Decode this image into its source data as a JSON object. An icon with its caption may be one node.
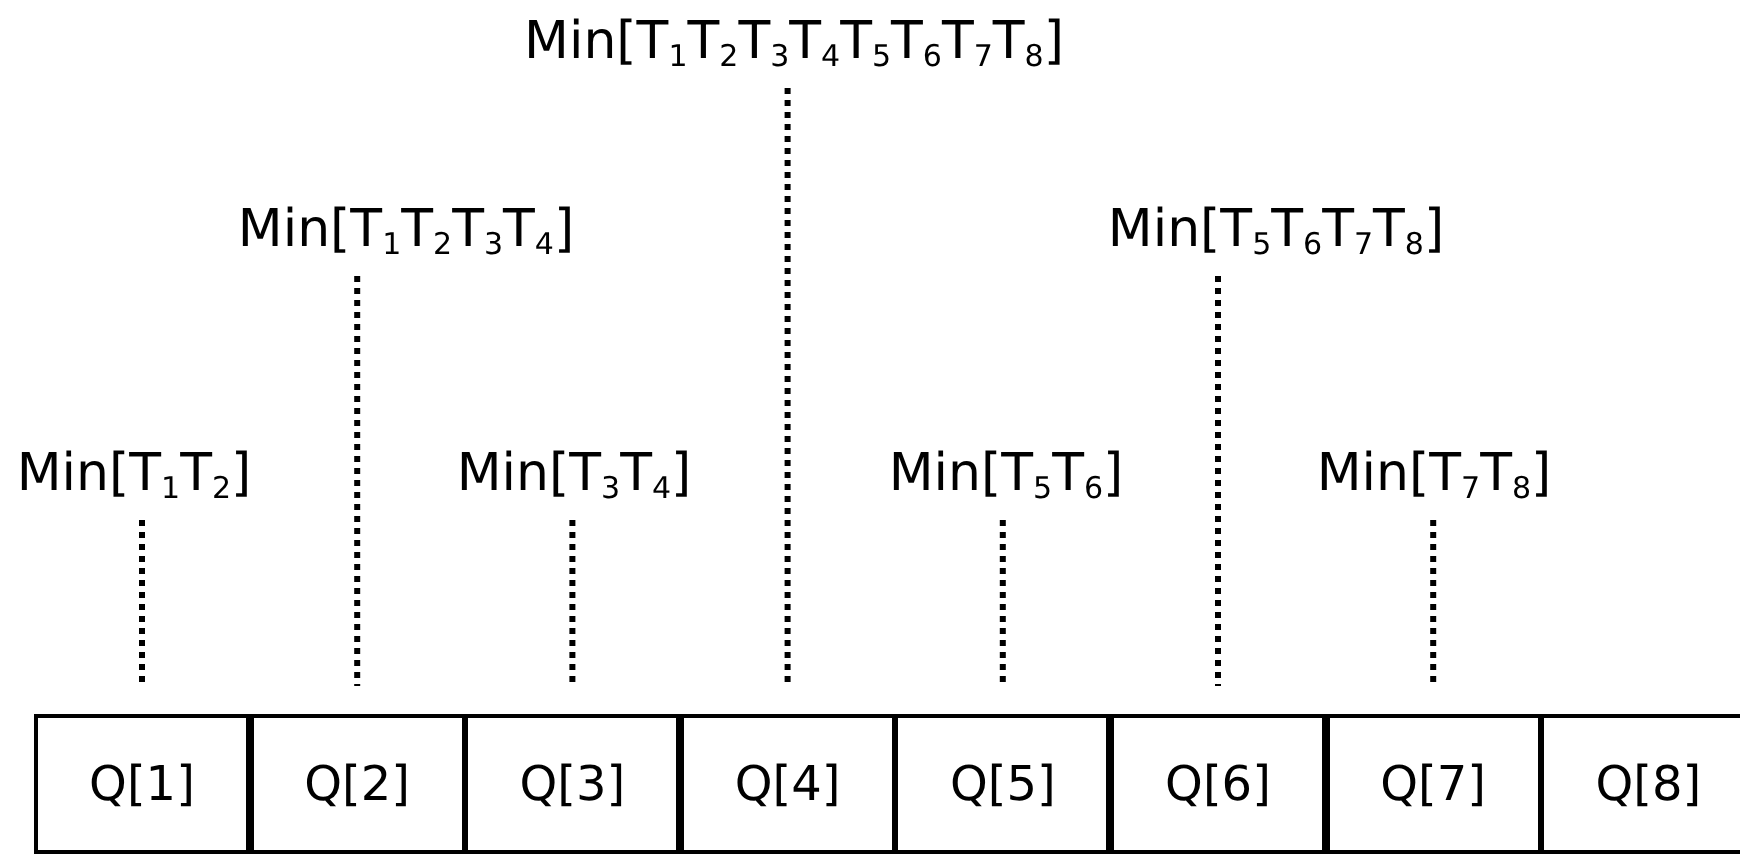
{
  "diagram": {
    "nodes": [
      {
        "text": [
          "Min[T$_{1}$T$_{2}$T$_{3}$T$_{4}$T$_{5}$T$_{6}$T$_{7}$T$_{8}$]"
        ]
      },
      {
        "text": [
          "Min[T$_{1}$T$_{2}$T$_{3}$T$_{4}$]"
        ]
      },
      {
        "text": [
          "Min[T$_{5}$T$_{6}$T$_{7}$T$_{8}$]"
        ]
      },
      {
        "text": [
          "Min[T$_{1}$T$_{2}$]"
        ]
      },
      {
        "text": [
          "Min[T$_{3}$T$_{4}$]"
        ]
      },
      {
        "text": [
          "Min[T$_{5}$T$_{6}$]"
        ]
      },
      {
        "text": [
          "Min[T$_{7}$T$_{8}$]"
        ]
      },
      {
        "text": [
          "Q[1]"
        ]
      },
      {
        "text": [
          "Q[2]"
        ]
      },
      {
        "text": [
          "Q[3]"
        ]
      },
      {
        "text": [
          "Q[4]"
        ]
      },
      {
        "text": [
          "Q[5]"
        ]
      },
      {
        "text": [
          "Q[6]"
        ]
      },
      {
        "text": [
          "Q[7]"
        ]
      },
      {
        "text": [
          "Q[8]"
        ]
      }
    ],
    "edges": [
      {
        "from": 3,
        "to": 7,
        "arrow": "none",
        "style": "dashed"
      },
      {
        "from": 1,
        "to": 8,
        "arrow": "none",
        "style": "dashed"
      },
      {
        "from": 4,
        "to": 9,
        "arrow": "none",
        "style": "dashed"
      },
      {
        "from": 0,
        "to": 10,
        "arrow": "none",
        "style": "dashed"
      },
      {
        "from": 5,
        "to": 11,
        "arrow": "none",
        "style": "dashed"
      },
      {
        "from": 2,
        "to": 12,
        "arrow": "none",
        "style": "dashed"
      },
      {
        "from": 6,
        "to": 13,
        "arrow": "none",
        "style": "dashed"
      }
    ]
  }
}
